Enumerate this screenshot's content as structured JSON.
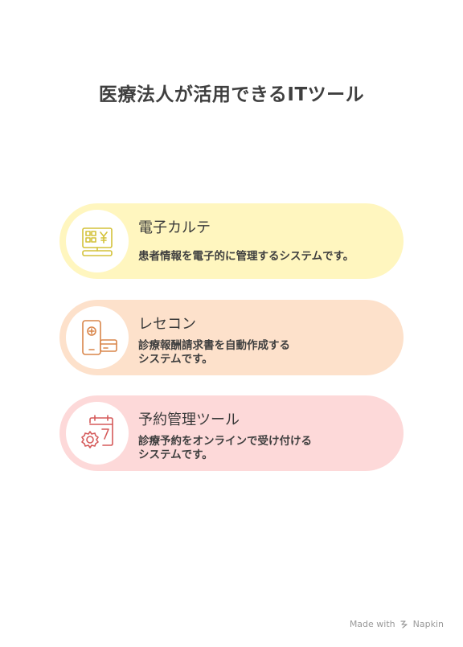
{
  "title": "医療法人が活用できるITツール",
  "items": [
    {
      "heading": "電子カルテ",
      "desc": [
        "患者情報を電子的に管理するシステムです。"
      ],
      "icon": "monitor-keypad-yen-icon",
      "color": "#d4c23a",
      "bg": "#fff6bf"
    },
    {
      "heading": "レセコン",
      "desc": [
        "診療報酬請求書を自動作成する",
        "システムです。"
      ],
      "icon": "tablet-card-icon",
      "color": "#d9854a",
      "bg": "#fde1cb"
    },
    {
      "heading": "予約管理ツール",
      "desc": [
        "診療予約をオンラインで受け付ける",
        "システムです。"
      ],
      "icon": "calendar-gear-icon",
      "color": "#d55a5a",
      "bg": "#fdd9d9"
    }
  ],
  "footer": {
    "made_with": "Made with",
    "brand": "Napkin"
  }
}
